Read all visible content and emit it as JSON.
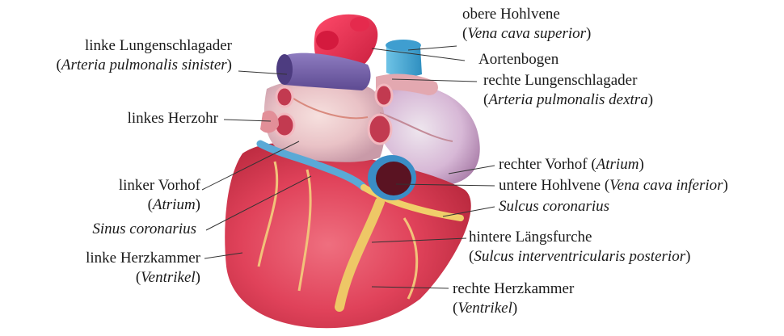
{
  "labels": {
    "vena_cava_superior": {
      "name": "obere Hohlvene",
      "latin": "Vena cava superior"
    },
    "arteria_pulmonalis_sinister": {
      "name": "linke Lungenschlagader",
      "latin": "Arteria pulmonalis sinister"
    },
    "aortenbogen": {
      "name": "Aortenbogen"
    },
    "arteria_pulmonalis_dextra": {
      "name": "rechte Lungenschlagader",
      "latin": "Arteria pulmonalis dextra"
    },
    "linkes_herzohr": {
      "name": "linkes Herzohr"
    },
    "rechter_vorhof": {
      "name": "rechter Vorhof",
      "latin": "Atrium"
    },
    "vena_cava_inferior": {
      "name": "untere Hohlvene",
      "latin": "Vena cava inferior"
    },
    "linker_vorhof": {
      "name": "linker Vorhof",
      "latin": "Atrium"
    },
    "sulcus_coronarius": {
      "latin": "Sulcus coronarius"
    },
    "sinus_coronarius": {
      "latin": "Sinus coronarius"
    },
    "hintere_laengsfurche": {
      "name": "hintere Längsfurche",
      "latin": "Sulcus interventricularis posterior"
    },
    "linke_herzkammer": {
      "name": "linke Herzkammer",
      "latin": "Ventrikel"
    },
    "rechte_herzkammer": {
      "name": "rechte Herzkammer",
      "latin": "Ventrikel"
    }
  }
}
